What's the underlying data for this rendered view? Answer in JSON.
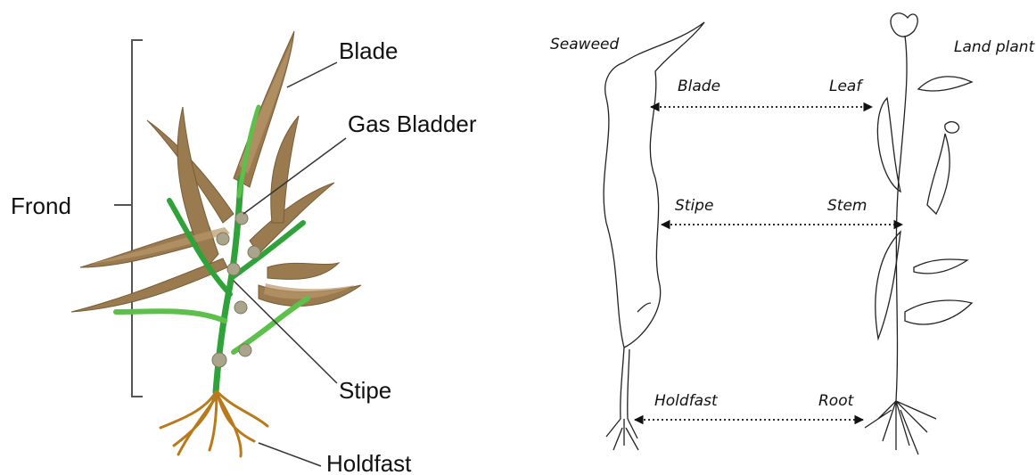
{
  "left_diagram": {
    "labels": {
      "blade": "Blade",
      "gas_bladder": "Gas Bladder",
      "frond": "Frond",
      "stipe": "Stipe",
      "holdfast": "Holdfast"
    },
    "colors": {
      "blade_brown": "#9a7a4f",
      "blade_brown_light": "#b8976a",
      "stipe_green": "#2fa33a",
      "stipe_green_light": "#5cc04a",
      "bladder": "#a9a48a",
      "holdfast": "#b97a1c",
      "bracket": "#555555"
    }
  },
  "right_diagram": {
    "titles": {
      "seaweed": "Seaweed",
      "land_plant": "Land plant"
    },
    "comparisons": [
      {
        "seaweed_part": "Blade",
        "land_part": "Leaf"
      },
      {
        "seaweed_part": "Stipe",
        "land_part": "Stem"
      },
      {
        "seaweed_part": "Holdfast",
        "land_part": "Root"
      }
    ]
  }
}
